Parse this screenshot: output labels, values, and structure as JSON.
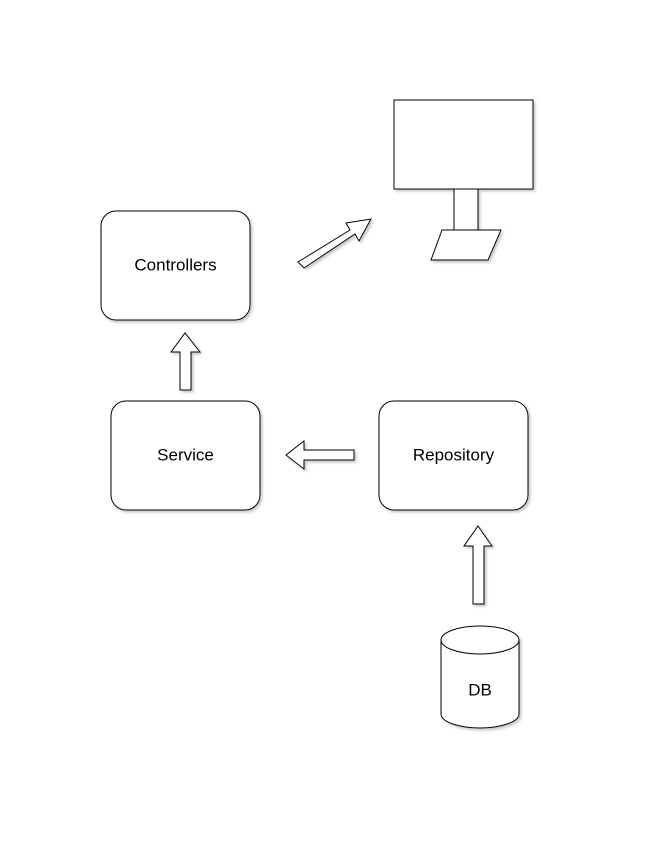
{
  "diagram": {
    "nodes": {
      "controllers": {
        "label": "Controllers"
      },
      "service": {
        "label": "Service"
      },
      "repository": {
        "label": "Repository"
      },
      "db": {
        "label": "DB"
      }
    },
    "monitor_icon": "monitor-icon",
    "edges": [
      {
        "from": "db",
        "to": "repository"
      },
      {
        "from": "repository",
        "to": "service"
      },
      {
        "from": "service",
        "to": "controllers"
      },
      {
        "from": "controllers",
        "to": "monitor"
      }
    ],
    "colors": {
      "stroke": "#000000",
      "fill": "#ffffff",
      "shadow": "#a9a9b3"
    }
  }
}
